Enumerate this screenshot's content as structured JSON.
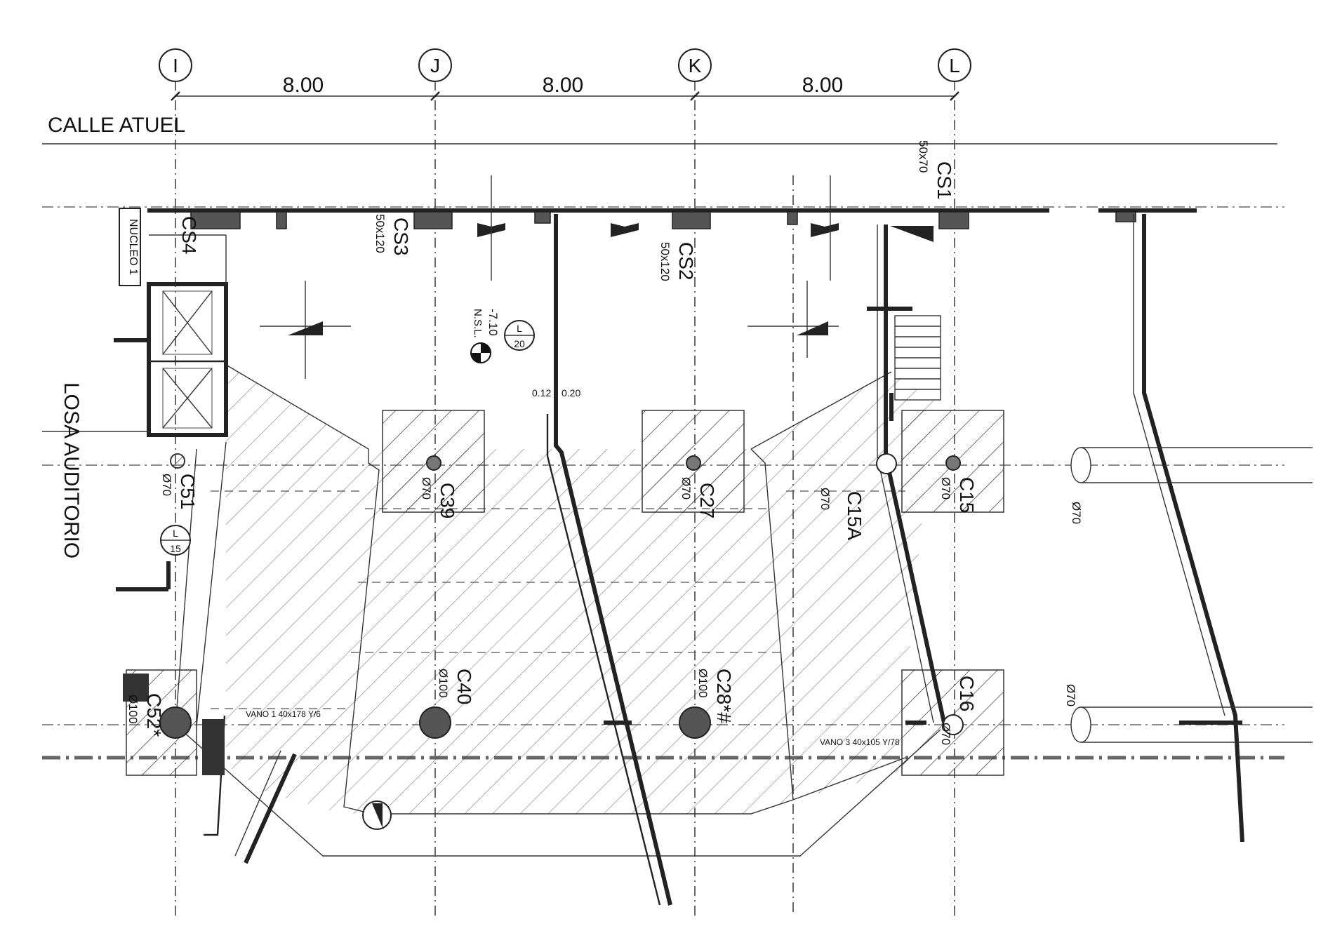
{
  "grid": {
    "axes": [
      {
        "label": "I"
      },
      {
        "label": "J"
      },
      {
        "label": "K"
      },
      {
        "label": "L"
      }
    ],
    "spans": [
      "8.00",
      "8.00",
      "8.00"
    ]
  },
  "labels": {
    "street": "CALLE ATUEL",
    "slab": "LOSA AUDITORIO",
    "core": "NUCLEO 1",
    "level_value": "-7.10",
    "level_tag": "N.S.L.",
    "section_mark": {
      "letter": "L",
      "sheet": "20"
    },
    "section_mark_2": {
      "letter": "L",
      "sheet": "15"
    },
    "wall_thickness": "0.12",
    "wall_thickness_2": "0.20",
    "opening_1": "VANO 1 40x178 Y/6",
    "opening_2": "VANO 3 40x105 Y/78"
  },
  "columns": [
    {
      "id": "CS1",
      "size": "50x70"
    },
    {
      "id": "CS2",
      "size": "50x120"
    },
    {
      "id": "CS3",
      "size": "50x120"
    },
    {
      "id": "CS4",
      "size": ""
    },
    {
      "id": "C51",
      "size": "Ø70"
    },
    {
      "id": "C39",
      "size": "Ø70"
    },
    {
      "id": "C27",
      "size": "Ø70"
    },
    {
      "id": "C15A",
      "size": "Ø70"
    },
    {
      "id": "C15",
      "size": "Ø70"
    },
    {
      "id": "C52*",
      "size": "Ø100"
    },
    {
      "id": "C40",
      "size": "Ø100"
    },
    {
      "id": "C28*#",
      "size": "Ø100"
    },
    {
      "id": "C16",
      "size": "Ø70"
    }
  ],
  "extra_sizes": [
    "Ø70",
    "Ø70"
  ]
}
